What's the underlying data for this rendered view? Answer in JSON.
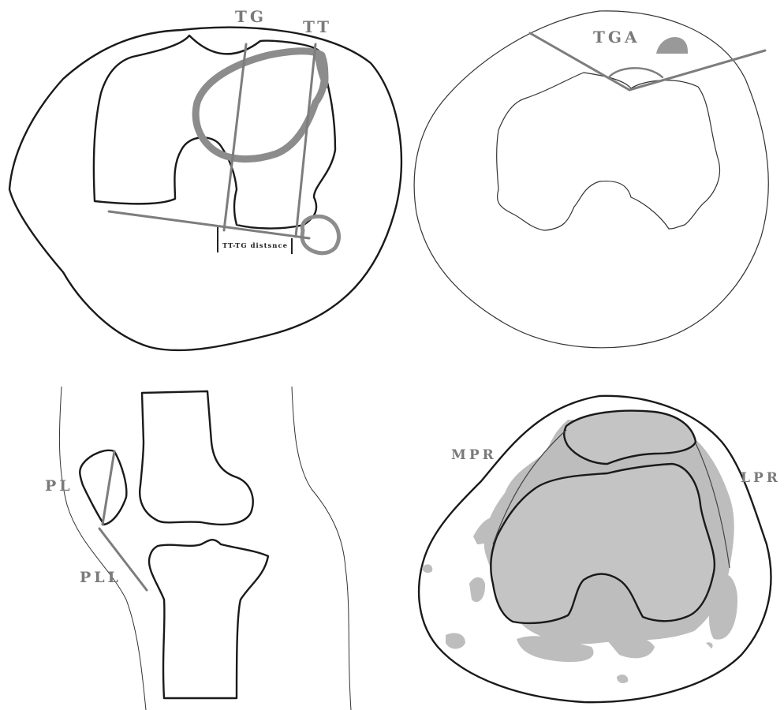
{
  "panels": {
    "tt_tg": {
      "label_tg": "TG",
      "label_tt": "TT",
      "distance_label": "TT-TG distsnce"
    },
    "tga": {
      "label": "TGA"
    },
    "sagittal": {
      "label_pl": "PL",
      "label_pll": "PLL"
    },
    "retinaculum": {
      "label_mpr": "MPR",
      "label_lpr": "LPR"
    }
  },
  "colors": {
    "outline": "#1a1a1a",
    "measure_line": "#7d7d7d",
    "label": "#7a7a7a",
    "fill": "#c4c4c4"
  }
}
